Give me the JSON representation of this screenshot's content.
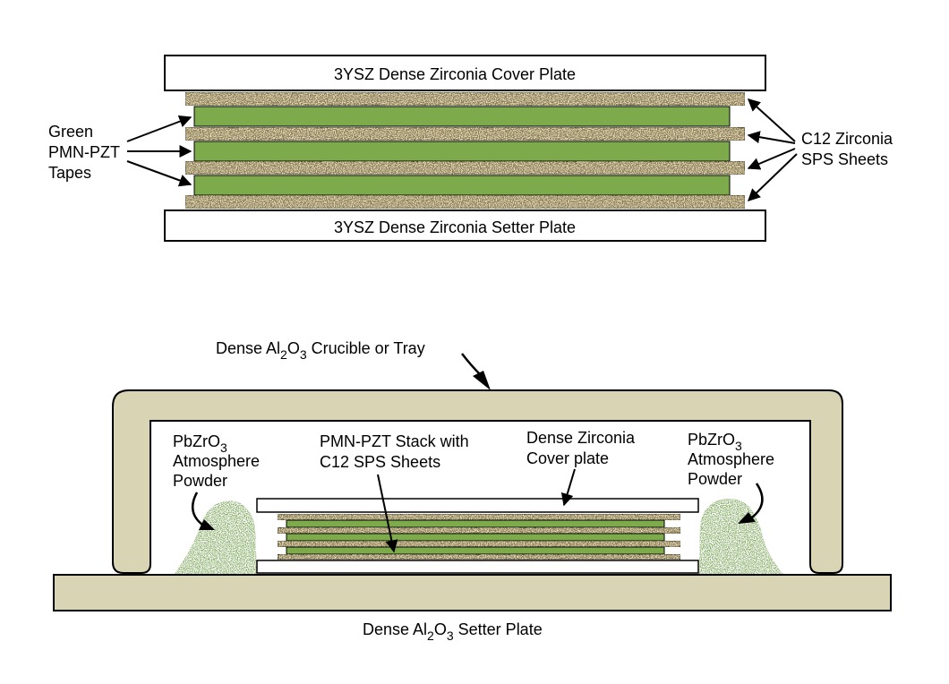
{
  "top": {
    "cover_plate": "3YSZ Dense Zirconia Cover Plate",
    "setter_plate": "3YSZ Dense Zirconia Setter Plate",
    "left_label": [
      "Green",
      "PMN-PZT",
      "Tapes"
    ],
    "right_label": [
      "C12 Zirconia",
      "SPS Sheets"
    ]
  },
  "bottom": {
    "crucible_label": {
      "pre": "Dense Al",
      "sub1": "2",
      "mid": "O",
      "sub2": "3",
      "post": " Crucible or Tray"
    },
    "setter_label": {
      "pre": "Dense Al",
      "sub1": "2",
      "mid": "O",
      "sub2": "3",
      "post": " Setter Plate"
    },
    "powder_left": {
      "line1_pre": "PbZrO",
      "line1_sub": "3",
      "line2": "Atmosphere",
      "line3": "Powder"
    },
    "powder_right": {
      "line1_pre": "PbZrO",
      "line1_sub": "3",
      "line2": "Atmosphere",
      "line3": "Powder"
    },
    "stack_label": [
      "PMN-PZT Stack with",
      "C12 SPS Sheets"
    ],
    "cover_label": [
      "Dense Zirconia",
      "Cover plate"
    ]
  },
  "colors": {
    "green_tape": "#7daa4a",
    "sps_sheet": "#e8dcb5",
    "alumina": "#d8d4b4",
    "powder": "#7faa58"
  }
}
